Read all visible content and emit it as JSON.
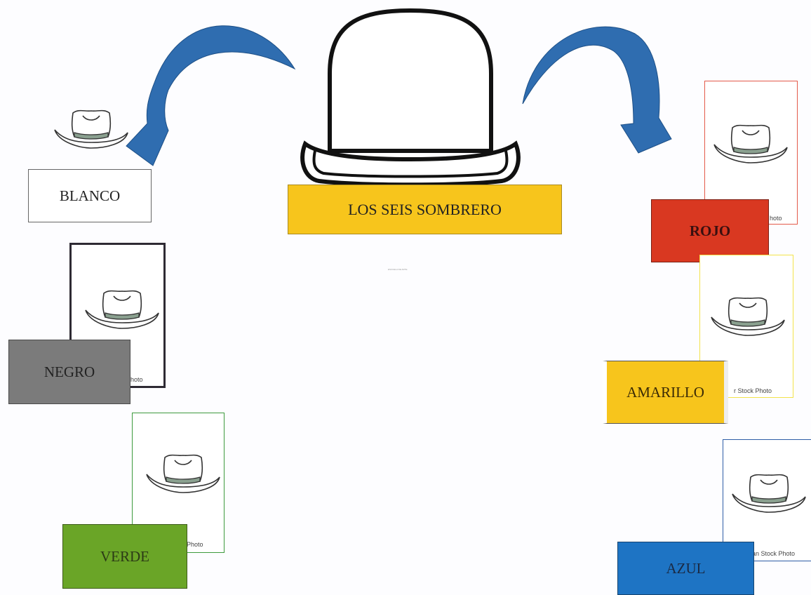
{
  "title": "LOS SEIS SOMBRERO",
  "hats": [
    {
      "label": "BLANCO",
      "color": "#ffffff",
      "text_color": "#222222"
    },
    {
      "label": "NEGRO",
      "color": "#7b7b7b",
      "text_color": "#222222",
      "frame_color": "#2e2a33"
    },
    {
      "label": "VERDE",
      "color": "#6aa527",
      "text_color": "#2c3b16",
      "frame_color": "#3d9a3d"
    },
    {
      "label": "ROJO",
      "color": "#d93821",
      "text_color": "#3a1010",
      "frame_color": "#e45a4a"
    },
    {
      "label": "AMARILLO",
      "color": "#f7c51c",
      "text_color": "#3a2a05",
      "frame_color": "#f3e34a"
    },
    {
      "label": "AZUL",
      "color": "#1e74c4",
      "text_color": "#1a2a44",
      "frame_color": "#2d5da6"
    }
  ],
  "watermarks": {
    "negro": "hoto",
    "verde": "Photo",
    "rojo": "hoto",
    "amarillo": "r Stock Photo",
    "azul": "an Stock Photo"
  },
  "caption": "ESCUELA DE ARTE",
  "colors": {
    "arrow": "#2f6db0",
    "title_bg": "#f7c51c",
    "page_bg": "#fdfdff"
  }
}
